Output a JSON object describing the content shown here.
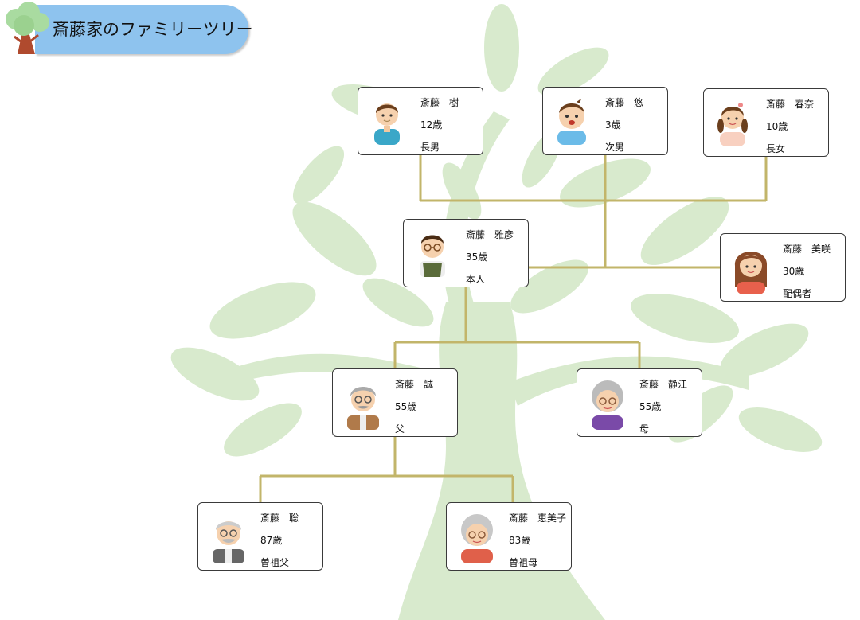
{
  "header": {
    "title": "斎藤家のファミリーツリー"
  },
  "colors": {
    "header": "#8ec3ee",
    "line": "#c2b56a",
    "tree": "#d2e7c6"
  },
  "members": {
    "itsuki": {
      "name": "斎藤　樹",
      "age": "12歳",
      "role": "長男"
    },
    "yu": {
      "name": "斎藤　悠",
      "age": "3歳",
      "role": "次男"
    },
    "haruna": {
      "name": "斎藤　春奈",
      "age": "10歳",
      "role": "長女"
    },
    "masahiko": {
      "name": "斎藤　雅彦",
      "age": "35歳",
      "role": "本人"
    },
    "misaki": {
      "name": "斎藤　美咲",
      "age": "30歳",
      "role": "配偶者"
    },
    "makoto": {
      "name": "斎藤　誠",
      "age": "55歳",
      "role": "父"
    },
    "shizue": {
      "name": "斎藤　静江",
      "age": "55歳",
      "role": "母"
    },
    "satoshi": {
      "name": "斎藤　聡",
      "age": "87歳",
      "role": "曽祖父"
    },
    "emiko": {
      "name": "斎藤　恵美子",
      "age": "83歳",
      "role": "曽祖母"
    }
  }
}
